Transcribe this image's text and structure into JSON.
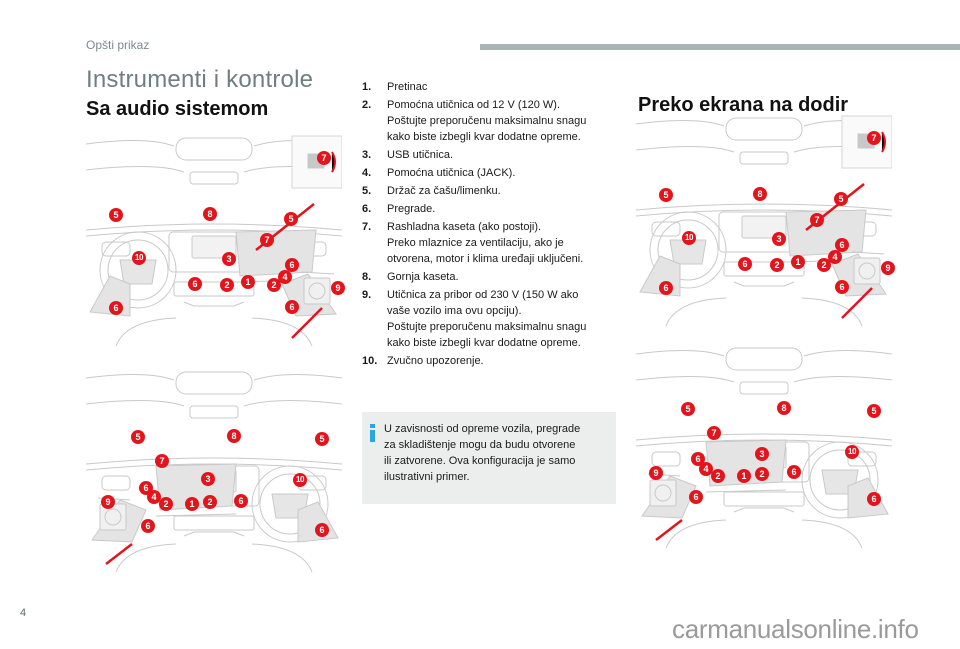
{
  "header": {
    "section_label": "Opšti prikaz",
    "title": "Instrumenti i kontrole",
    "subtitle_left": "Sa audio sistemom",
    "subtitle_right": "Preko ekrana na dodir"
  },
  "legend": [
    {
      "num": "1.",
      "lines": [
        "Pretinac"
      ]
    },
    {
      "num": "2.",
      "lines": [
        "Pomoćna utičnica od 12 V (120 W).",
        "Poštujte preporučenu maksimalnu snagu",
        "kako biste izbegli kvar dodatne opreme."
      ]
    },
    {
      "num": "3.",
      "lines": [
        "USB utičnica."
      ]
    },
    {
      "num": "4.",
      "lines": [
        "Pomoćna utičnica (JACK)."
      ]
    },
    {
      "num": "5.",
      "lines": [
        "Držač za čašu/limenku."
      ]
    },
    {
      "num": "6.",
      "lines": [
        "Pregrade."
      ]
    },
    {
      "num": "7.",
      "lines": [
        "Rashladna kaseta (ako postoji).",
        "Preko mlaznice za ventilaciju, ako je",
        "otvorena, motor i klima uređaji uključeni."
      ]
    },
    {
      "num": "8.",
      "lines": [
        "Gornja kaseta."
      ]
    },
    {
      "num": "9.",
      "lines": [
        "Utičnica za pribor od 230 V (150 W ako",
        "vaše vozilo ima ovu opciju).",
        "Poštujte preporučenu maksimalnu snagu",
        "kako biste izbegli kvar dodatne opreme."
      ]
    },
    {
      "num": "10.",
      "lines": [
        "Zvučno upozorenje."
      ]
    }
  ],
  "note": {
    "icon": "info-icon",
    "lines": [
      "U zavisnosti od opreme vozila, pregrade",
      "za skladištenje mogu da budu otvorene",
      "ili zatvorene. Ova konfiguracija je samo",
      "ilustrativni primer."
    ]
  },
  "illustrations": {
    "audio_lhd": {
      "label": "Dashboard illustration, audio system, left-hand drive",
      "markers": [
        "7",
        "5",
        "8",
        "5",
        "7",
        "10",
        "3",
        "6",
        "6",
        "2",
        "1",
        "2",
        "4",
        "9",
        "6",
        "6"
      ]
    },
    "audio_rhd": {
      "label": "Dashboard illustration, audio system, right-hand drive",
      "markers": [
        "5",
        "8",
        "5",
        "7",
        "10",
        "3",
        "6",
        "9",
        "4",
        "2",
        "1",
        "2",
        "6",
        "6",
        "6"
      ]
    },
    "touch_lhd": {
      "label": "Dashboard illustration, touch screen, left-hand drive",
      "markers": [
        "7",
        "5",
        "8",
        "5",
        "7",
        "10",
        "3",
        "6",
        "6",
        "2",
        "1",
        "2",
        "4",
        "9",
        "6",
        "6"
      ]
    },
    "touch_rhd": {
      "label": "Dashboard illustration, touch screen, right-hand drive",
      "markers": [
        "5",
        "8",
        "5",
        "7",
        "10",
        "3",
        "6",
        "9",
        "4",
        "2",
        "1",
        "2",
        "6",
        "6",
        "6"
      ]
    }
  },
  "footer": {
    "page_number": "4",
    "watermark": "carmanualsonline.info"
  },
  "colors": {
    "accent_red": "#e3151c",
    "info_blue": "#2aa6de",
    "header_gray": "#a9b5b3",
    "note_bg": "#eceeee"
  }
}
